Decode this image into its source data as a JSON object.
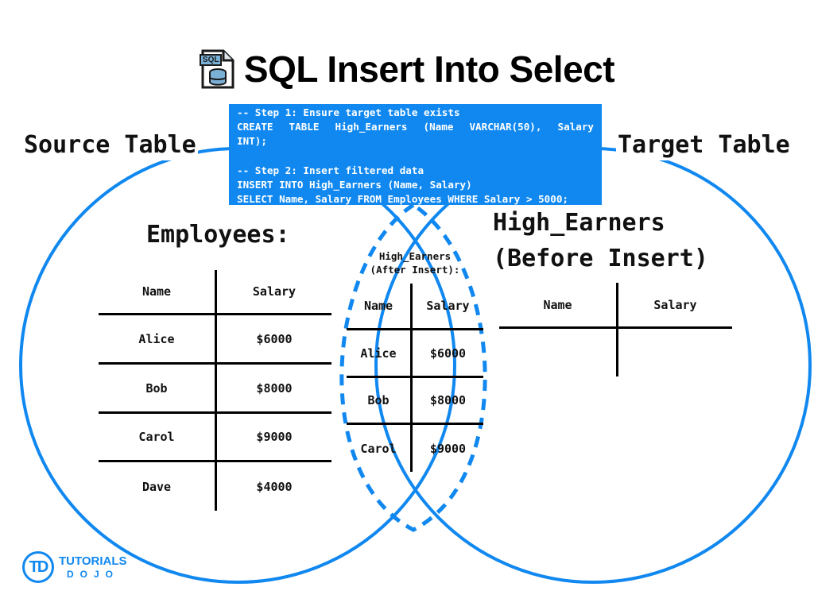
{
  "title": "SQL Insert Into Select",
  "icon": {
    "name": "sql-file-icon",
    "tag": "SQL"
  },
  "labels": {
    "source": "Source Table",
    "target": "Target Table"
  },
  "code": {
    "lines": [
      "-- Step 1: Ensure target table exists",
      "CREATE TABLE High_Earners (Name VARCHAR(50), Salary",
      "INT);",
      "",
      "-- Step 2: Insert filtered data",
      "INSERT INTO High_Earners (Name, Salary)",
      "SELECT Name, Salary FROM Employees WHERE Salary > 5000;"
    ]
  },
  "source_table": {
    "title": "Employees:",
    "headers": [
      "Name",
      "Salary"
    ],
    "rows": [
      [
        "Alice",
        "$6000"
      ],
      [
        "Bob",
        "$8000"
      ],
      [
        "Carol",
        "$9000"
      ],
      [
        "Dave",
        "$4000"
      ]
    ]
  },
  "overlap_table": {
    "title_line1": "High_Earners",
    "title_line2": "(After Insert):",
    "headers": [
      "Name",
      "Salary"
    ],
    "rows": [
      [
        "Alice",
        "$6000"
      ],
      [
        "Bob",
        "$8000"
      ],
      [
        "Carol",
        "$9000"
      ]
    ]
  },
  "target_table": {
    "title_line1": "High_Earners",
    "title_line2": "(Before Insert)",
    "headers": [
      "Name",
      "Salary"
    ],
    "rows": []
  },
  "logo": {
    "line1": "TUTORIALS",
    "line2": "DOJO",
    "badge": "TD"
  },
  "colors": {
    "accent": "#1088f0",
    "text": "#111111"
  }
}
